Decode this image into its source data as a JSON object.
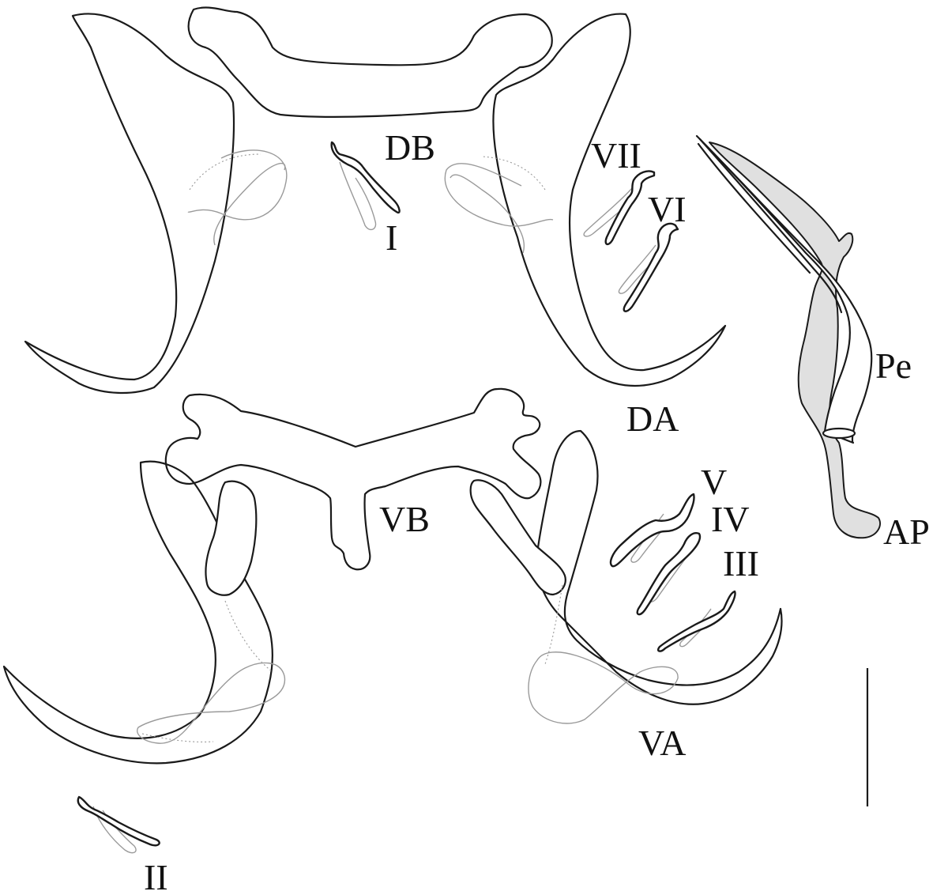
{
  "labels": {
    "dorsal_bar": "DB",
    "dorsal_anchor": "DA",
    "ventral_bar": "VB",
    "ventral_anchor": "VA",
    "penis": "Pe",
    "accessory_piece": "AP",
    "hook_1": "I",
    "hook_2": "II",
    "hook_3": "III",
    "hook_4": "IV",
    "hook_5": "V",
    "hook_6": "VI",
    "hook_7": "VII"
  }
}
